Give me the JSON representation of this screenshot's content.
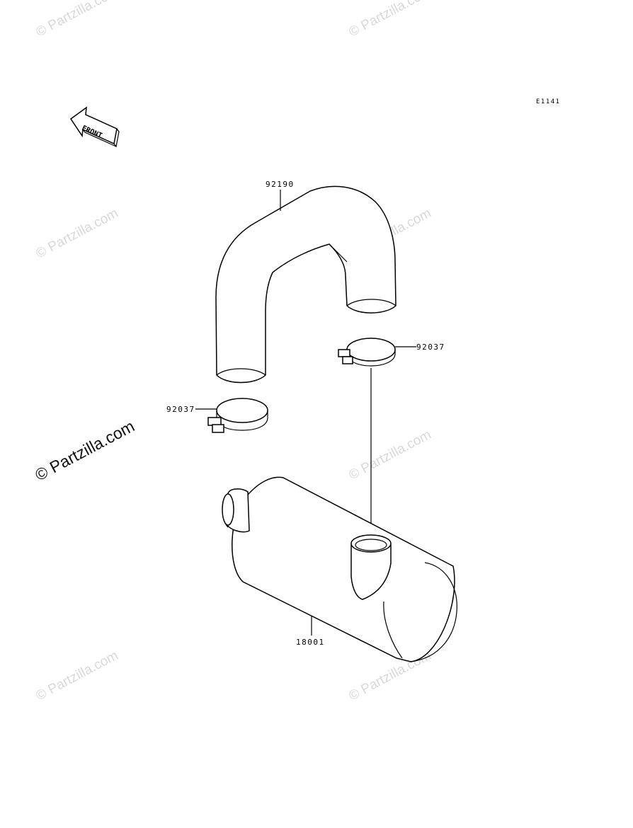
{
  "watermark": {
    "text": "© Partzilla.com",
    "prominent_text": "© Partzilla.com"
  },
  "diagram_code": "E1141",
  "front_indicator": {
    "label": "FRONT"
  },
  "parts": [
    {
      "id": "hose",
      "number": "92190"
    },
    {
      "id": "clamp-upper",
      "number": "92037"
    },
    {
      "id": "clamp-lower",
      "number": "92037"
    },
    {
      "id": "silencer",
      "number": "18001"
    }
  ]
}
